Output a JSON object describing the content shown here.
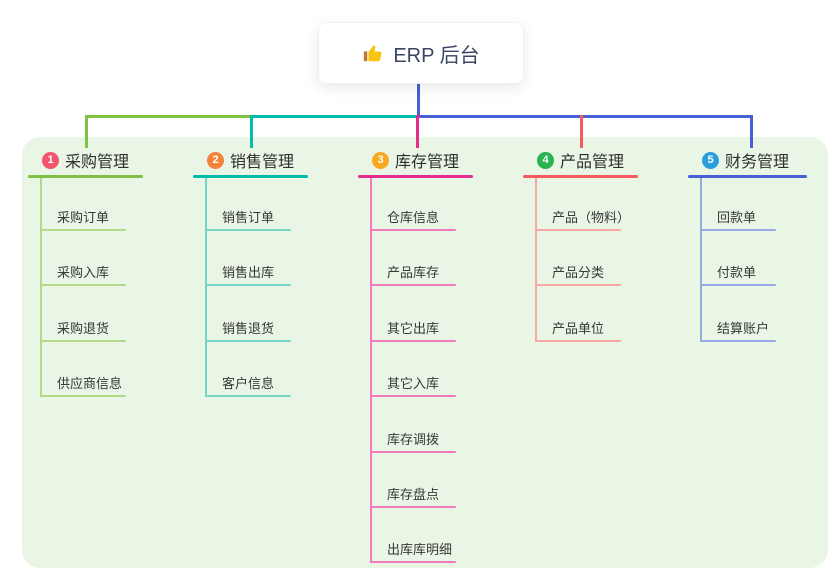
{
  "root": {
    "label": "ERP 后台",
    "icon": "thumbs-up-icon"
  },
  "panel_color": "#E9F5E5",
  "branches": [
    {
      "index": "1",
      "label": "采购管理",
      "badge_color": "#F2556C",
      "line_color": "#7FC142",
      "light_color": "#B2D986",
      "children": [
        "采购订单",
        "采购入库",
        "采购退货",
        "供应商信息"
      ]
    },
    {
      "index": "2",
      "label": "销售管理",
      "badge_color": "#F5823C",
      "line_color": "#00BCA8",
      "light_color": "#76D6C6",
      "children": [
        "销售订单",
        "销售出库",
        "销售退货",
        "客户信息"
      ]
    },
    {
      "index": "3",
      "label": "库存管理",
      "badge_color": "#F8A91F",
      "line_color": "#E52E8C",
      "light_color": "#F07CBE",
      "children": [
        "仓库信息",
        "产品库存",
        "其它出库",
        "其它入库",
        "库存调拨",
        "库存盘点",
        "出库库明细"
      ]
    },
    {
      "index": "4",
      "label": "产品管理",
      "badge_color": "#28B450",
      "line_color": "#F65B5B",
      "light_color": "#F9A7A2",
      "children": [
        "产品（物料）",
        "产品分类",
        "产品单位"
      ]
    },
    {
      "index": "5",
      "label": "财务管理",
      "badge_color": "#2C9EE0",
      "line_color": "#4760D5",
      "light_color": "#96AAE3",
      "children": [
        "回款单",
        "付款单",
        "结算账户"
      ]
    }
  ]
}
